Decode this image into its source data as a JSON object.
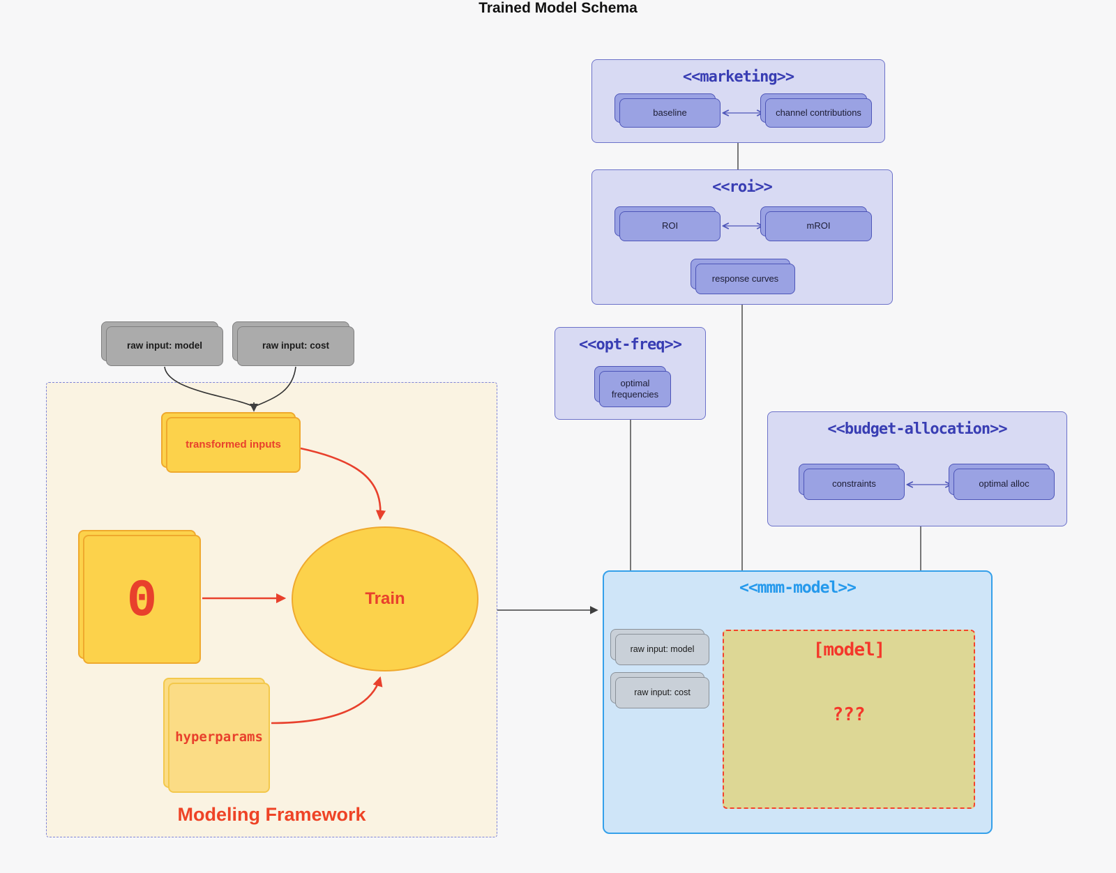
{
  "page": {
    "title": "Trained Model Schema"
  },
  "colors": {
    "page_bg": "#f7f7f8",
    "purple_cluster_bg": "#d8daf3",
    "purple_cluster_border": "#6b71c9",
    "purple_title": "#383db3",
    "purple_node_bg": "#9aa2e3",
    "purple_node_border": "#4d55b8",
    "blue_cluster_bg": "#cfe5f8",
    "blue_cluster_border": "#35a0ea",
    "blue_title": "#2499ec",
    "framework_bg": "#faf3e2",
    "framework_border": "#7d83d8",
    "framework_label": "#ee4326",
    "yellow_node_bg": "#fcd24b",
    "yellow_node_border": "#efa92d",
    "light_yellow_bg": "#fbdc85",
    "light_yellow_border": "#f3c84b",
    "khaki_bg": "#ddd795",
    "khaki_border": "#f4432c",
    "red_accent": "#e8402c",
    "gray_node_bg": "#ababab",
    "gray_node_border": "#7f7f7f",
    "slate_node_bg": "#c9d0d8",
    "slate_node_border": "#8a9199",
    "edge_dark": "#3f3f3f"
  },
  "external_inputs": {
    "raw_input_model": "raw input: model",
    "raw_input_cost": "raw input: cost"
  },
  "clusters": {
    "marketing": {
      "title": "<<marketing>>",
      "baseline": "baseline",
      "channel_contributions": "channel contributions"
    },
    "roi": {
      "title": "<<roi>>",
      "roi": "ROI",
      "mroi": "mROI",
      "response_curves": "response curves"
    },
    "opt_freq": {
      "title": "<<opt-freq>>",
      "optimal_frequencies": "optimal frequencies"
    },
    "budget_allocation": {
      "title": "<<budget-allocation>>",
      "constraints": "constraints",
      "optimal_alloc": "optimal alloc"
    },
    "mmm_model": {
      "title": "<<mmm-model>>",
      "raw_input_model": "raw input: model",
      "raw_input_cost": "raw input: cost",
      "model_placeholder": {
        "title": "[model]",
        "body": "???"
      }
    },
    "modeling_framework": {
      "label": "Modeling Framework",
      "transformed_inputs": "transformed inputs",
      "theta": "Θ",
      "train": "Train",
      "hyperparams": "hyperparams"
    }
  }
}
